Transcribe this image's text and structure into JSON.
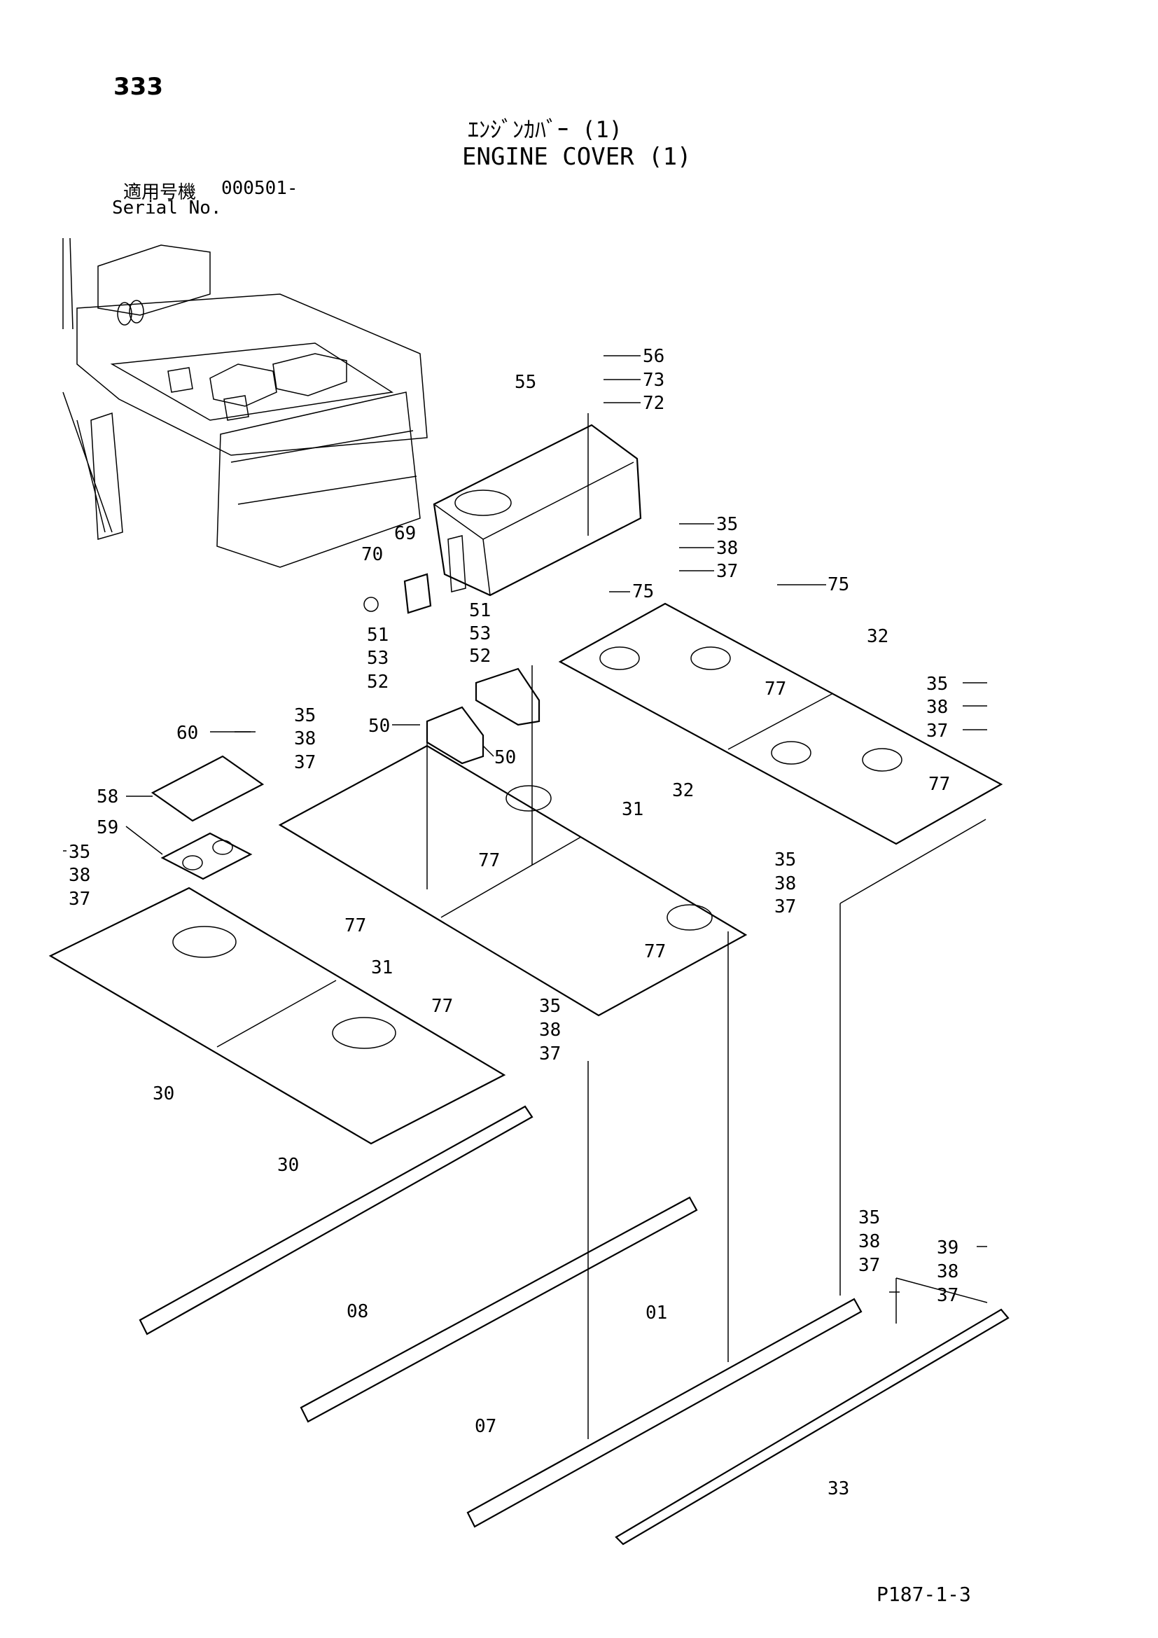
{
  "page_number": "333",
  "title_jp": "ｴﾝｼﾞﾝｶﾊﾞｰ (1)",
  "title_en": "ENGINE COVER (1)",
  "serial_label_jp": "適用号機",
  "serial_value": "000501-",
  "serial_label_en": "Serial No.",
  "drawing_code": "P187-1-3",
  "callouts": [
    {
      "id": "c56",
      "text": "56"
    },
    {
      "id": "c73",
      "text": "73"
    },
    {
      "id": "c72",
      "text": "72"
    },
    {
      "id": "c55",
      "text": "55"
    },
    {
      "id": "c35a",
      "text": "35"
    },
    {
      "id": "c38a",
      "text": "38"
    },
    {
      "id": "c37a",
      "text": "37"
    },
    {
      "id": "c75a",
      "text": "75"
    },
    {
      "id": "c75b",
      "text": "75"
    },
    {
      "id": "c69",
      "text": "69"
    },
    {
      "id": "c70",
      "text": "70"
    },
    {
      "id": "c51a",
      "text": "51"
    },
    {
      "id": "c53a",
      "text": "53"
    },
    {
      "id": "c52a",
      "text": "52"
    },
    {
      "id": "c51b",
      "text": "51"
    },
    {
      "id": "c53b",
      "text": "53"
    },
    {
      "id": "c52b",
      "text": "52"
    },
    {
      "id": "c32a",
      "text": "32"
    },
    {
      "id": "c77a",
      "text": "77"
    },
    {
      "id": "c35b",
      "text": "35"
    },
    {
      "id": "c38b",
      "text": "38"
    },
    {
      "id": "c37b",
      "text": "37"
    },
    {
      "id": "c35c",
      "text": "35"
    },
    {
      "id": "c38c",
      "text": "38"
    },
    {
      "id": "c37c",
      "text": "37"
    },
    {
      "id": "c50a",
      "text": "50"
    },
    {
      "id": "c50b",
      "text": "50"
    },
    {
      "id": "c60",
      "text": "60"
    },
    {
      "id": "c32b",
      "text": "32"
    },
    {
      "id": "c77b",
      "text": "77"
    },
    {
      "id": "c31a",
      "text": "31"
    },
    {
      "id": "c58",
      "text": "58"
    },
    {
      "id": "c59",
      "text": "59"
    },
    {
      "id": "c35d",
      "text": "35"
    },
    {
      "id": "c38d",
      "text": "38"
    },
    {
      "id": "c37d",
      "text": "37"
    },
    {
      "id": "c77c",
      "text": "77"
    },
    {
      "id": "c35e",
      "text": "35"
    },
    {
      "id": "c38e",
      "text": "38"
    },
    {
      "id": "c37e",
      "text": "37"
    },
    {
      "id": "c77d",
      "text": "77"
    },
    {
      "id": "c31b",
      "text": "31"
    },
    {
      "id": "c77e",
      "text": "77"
    },
    {
      "id": "c77f",
      "text": "77"
    },
    {
      "id": "c35f",
      "text": "35"
    },
    {
      "id": "c38f",
      "text": "38"
    },
    {
      "id": "c37f",
      "text": "37"
    },
    {
      "id": "c30a",
      "text": "30"
    },
    {
      "id": "c30b",
      "text": "30"
    },
    {
      "id": "c35g",
      "text": "35"
    },
    {
      "id": "c38g",
      "text": "38"
    },
    {
      "id": "c37g",
      "text": "37"
    },
    {
      "id": "c39",
      "text": "39"
    },
    {
      "id": "c38h",
      "text": "38"
    },
    {
      "id": "c37h",
      "text": "37"
    },
    {
      "id": "c08",
      "text": "08"
    },
    {
      "id": "c01",
      "text": "01"
    },
    {
      "id": "c07",
      "text": "07"
    },
    {
      "id": "c33",
      "text": "33"
    }
  ]
}
